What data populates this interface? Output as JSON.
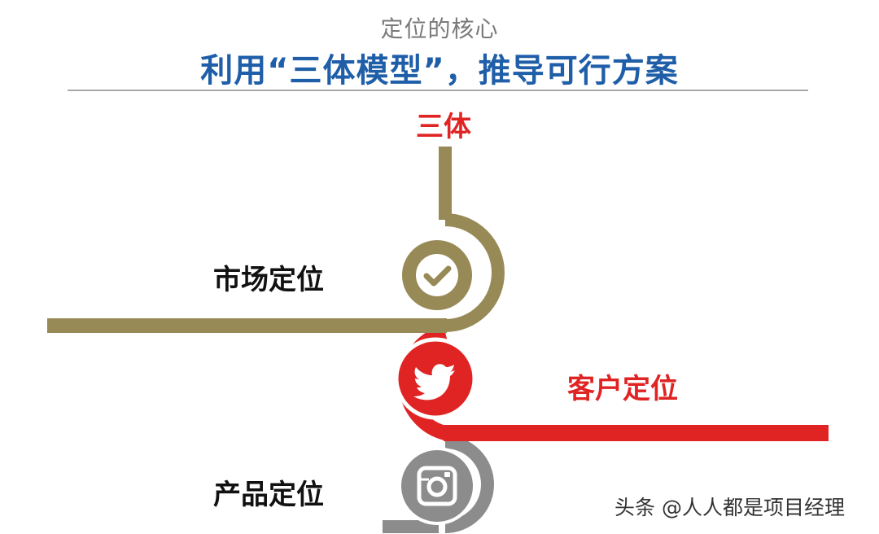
{
  "header": {
    "subtitle": "定位的核心",
    "title": "利用“三体模型”，推导可行方案"
  },
  "diagram": {
    "top_label": "三体",
    "nodes": [
      {
        "label": "市场定位",
        "icon": "check-icon",
        "color": "#978a56"
      },
      {
        "label": "客户定位",
        "icon": "twitter-bird-icon",
        "color": "#e02424"
      },
      {
        "label": "产品定位",
        "icon": "instagram-camera-icon",
        "color": "#8c8c8c"
      }
    ]
  },
  "watermark": "头条 @人人都是项目经理"
}
